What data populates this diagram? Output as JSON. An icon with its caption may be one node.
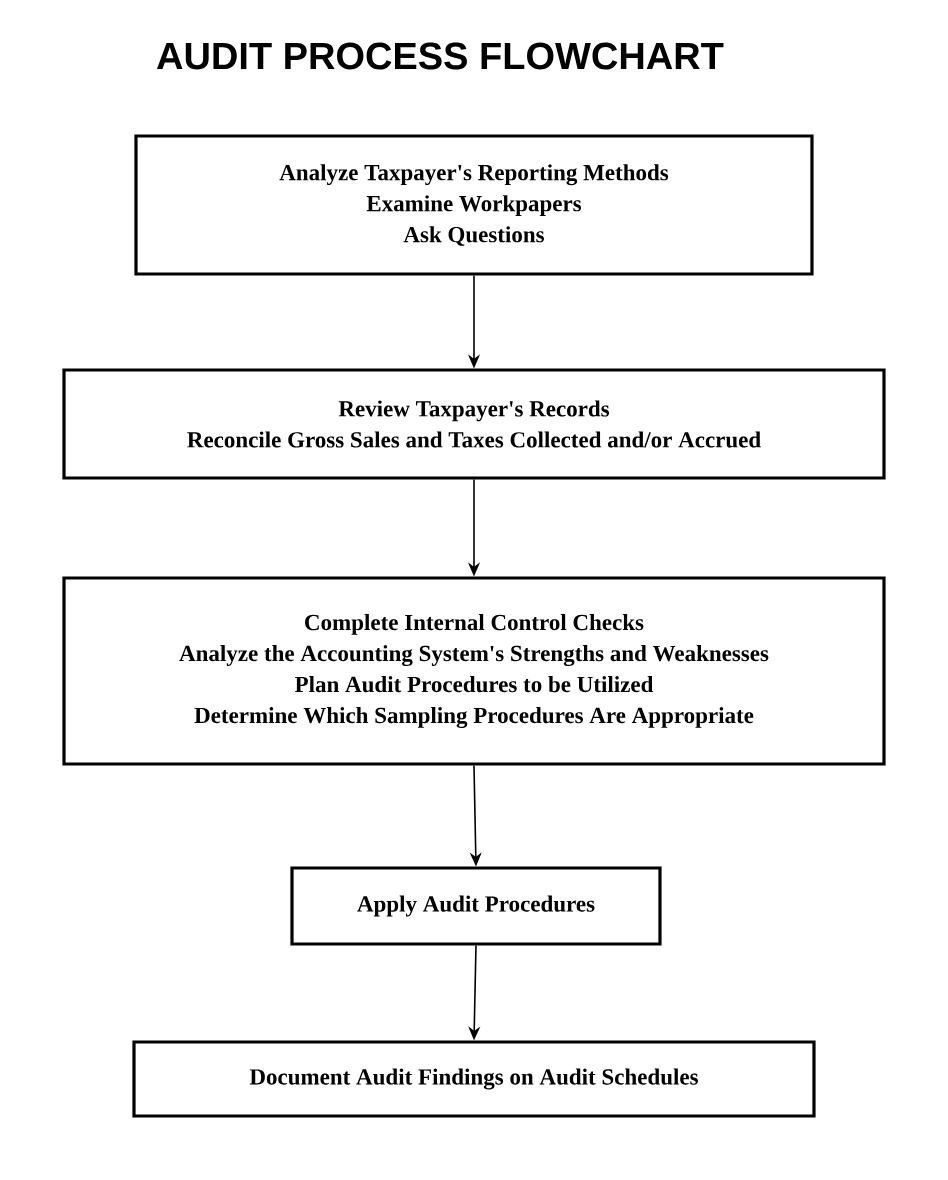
{
  "diagram": {
    "title": "AUDIT PROCESS FLOWCHART",
    "nodes": [
      {
        "text": [
          "Analyze Taxpayer's Reporting Methods",
          "Examine Workpapers",
          "Ask Questions"
        ]
      },
      {
        "text": [
          "Review Taxpayer's Records",
          "Reconcile Gross Sales and Taxes Collected and/or Accrued"
        ]
      },
      {
        "text": [
          "Complete Internal Control Checks",
          "Analyze the Accounting System's Strengths and Weaknesses",
          "Plan Audit Procedures to be Utilized",
          "Determine Which Sampling Procedures Are Appropriate"
        ]
      },
      {
        "text": [
          "Apply Audit Procedures"
        ]
      },
      {
        "text": [
          "Document Audit Findings on Audit Schedules"
        ]
      }
    ],
    "edges": [
      {
        "from": 0,
        "to": 1,
        "arrow": "to"
      },
      {
        "from": 1,
        "to": 2,
        "arrow": "to"
      },
      {
        "from": 2,
        "to": 3,
        "arrow": "to"
      },
      {
        "from": 3,
        "to": 4,
        "arrow": "to"
      }
    ]
  }
}
